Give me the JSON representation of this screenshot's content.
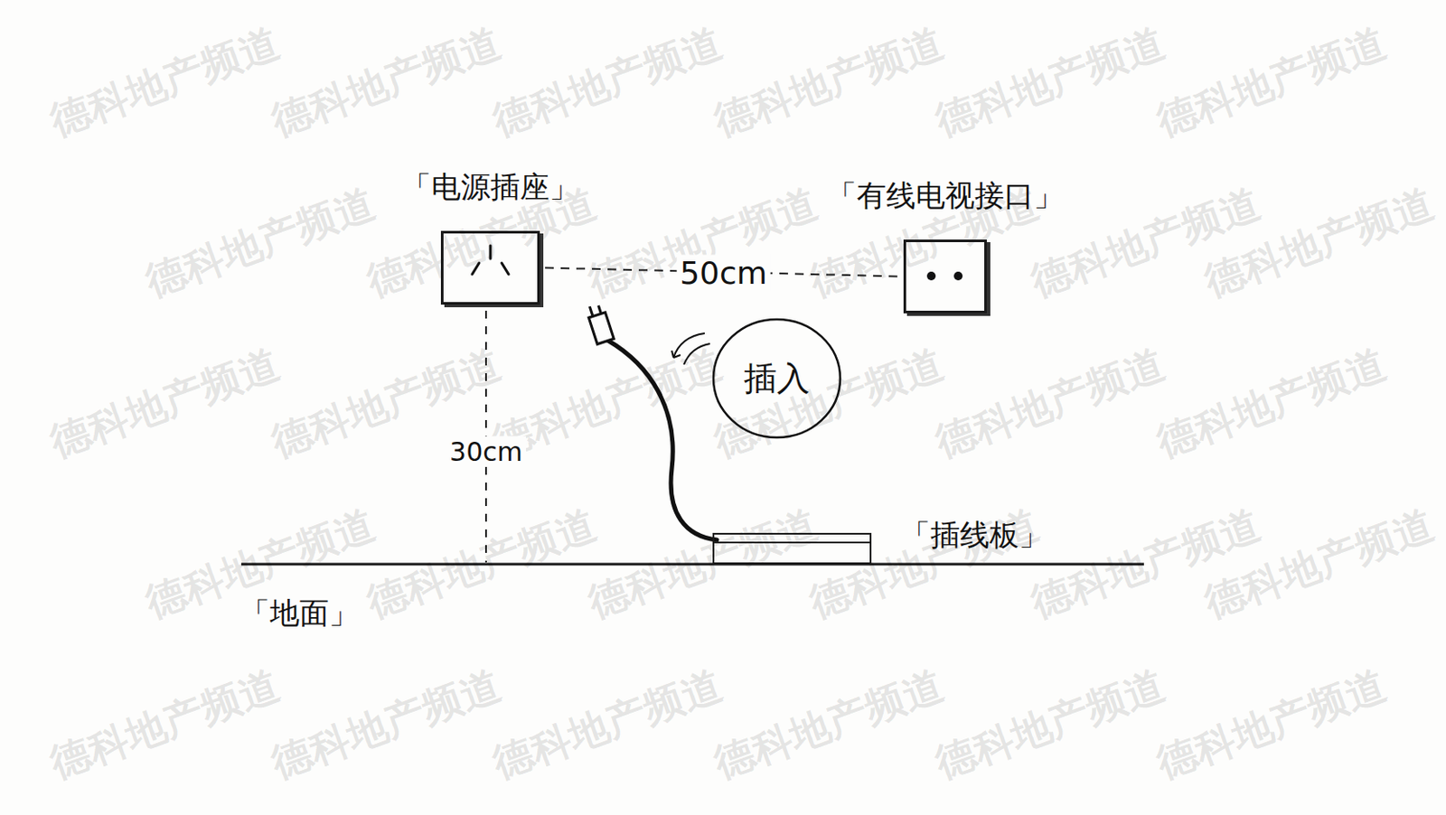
{
  "diagram": {
    "nodes": [
      {
        "text": [
          "「电源插座」"
        ]
      },
      {
        "text": [
          "「有线电视接口」"
        ]
      },
      {
        "text": [
          "「插线板」"
        ]
      },
      {
        "text": [
          "插入"
        ]
      }
    ],
    "edges": [
      {
        "from": 0,
        "to": 1,
        "arrow": "none",
        "label": "50cm"
      }
    ],
    "labels": [
      "30cm",
      "「地面」",
      "德科地产频道",
      "德科地产频道",
      "德科地产频道",
      "德科地产频道",
      "德科地产频道",
      "德科地产频道",
      "德科地产频道",
      "德科地产频道",
      "德科地产频道",
      "德科地产频道",
      "德科地产频道",
      "德科地产频道",
      "德科地产频道",
      "德科地产频道",
      "德科地产频道",
      "德科地产频道",
      "德科地产频道",
      "德科地产频道",
      "德科地产频道",
      "德科地产频道",
      "德科地产频道",
      "德科地产频道",
      "德科地产频道",
      "德科地产频道",
      "德科地产频道",
      "德科地产频道",
      "德科地产频道",
      "德科地产频道",
      "德科地产频道",
      "德科地产频道"
    ]
  }
}
